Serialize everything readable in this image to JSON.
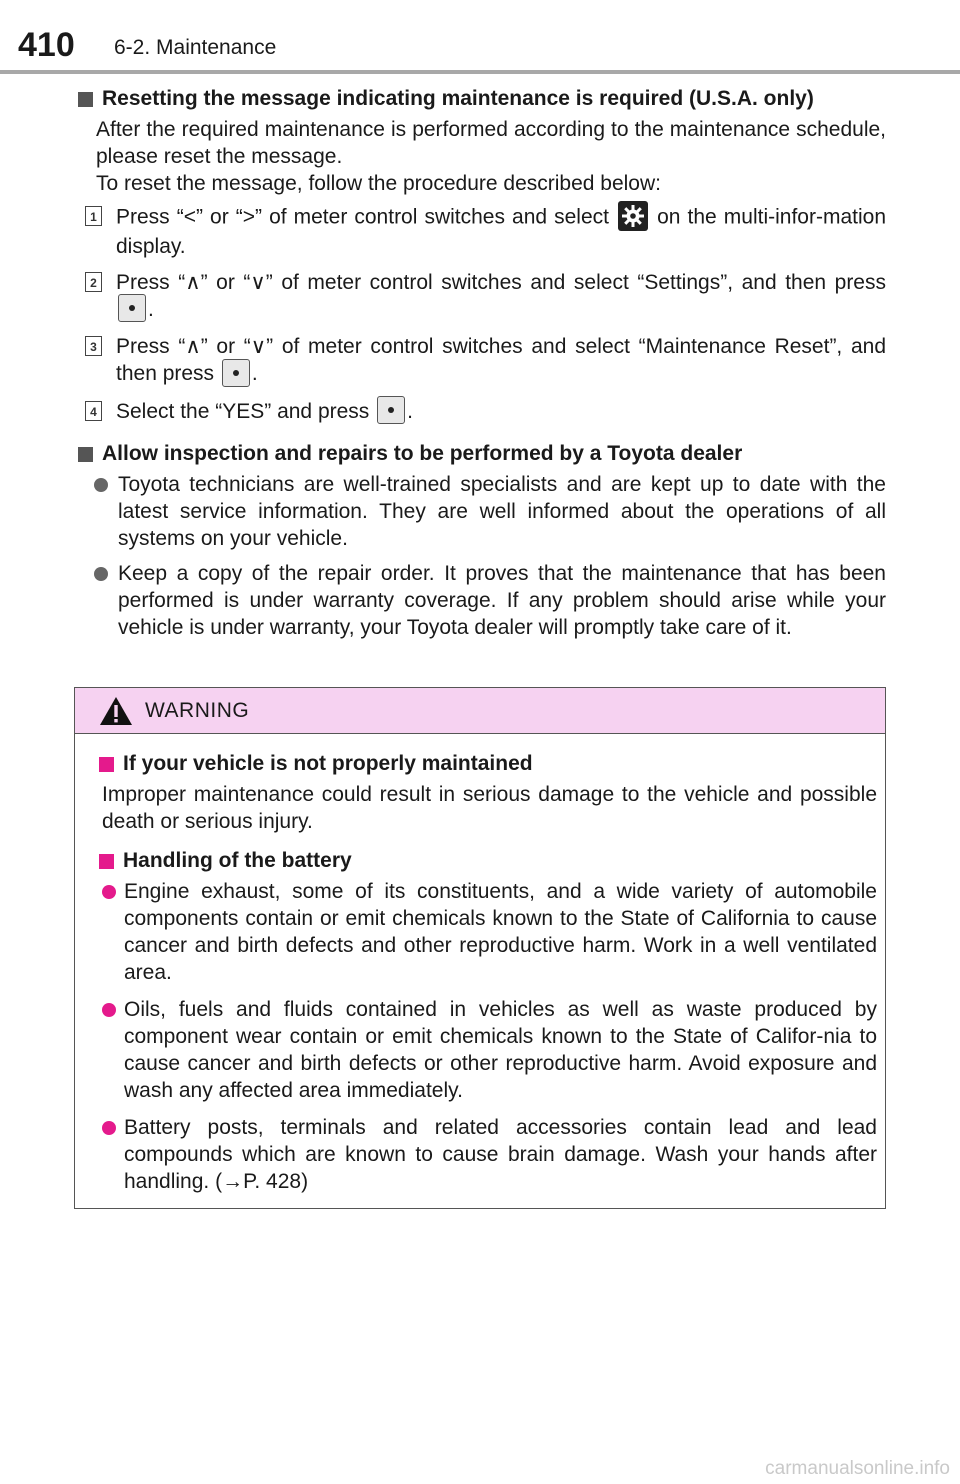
{
  "header": {
    "page_number": "410",
    "section": "6-2. Maintenance"
  },
  "reset": {
    "heading": "Resetting the message indicating maintenance is required (U.S.A. only)",
    "intro1": "After the required maintenance is performed according to the maintenance schedule, please reset the message.",
    "intro2": "To reset the message, follow the procedure described below:",
    "steps": [
      {
        "num": "1",
        "text_a": "Press “<” or “>” of meter control switches and select",
        "text_b": "on the multi-infor-mation display."
      },
      {
        "num": "2",
        "text_a": "Press “∧” or “∨” of meter control switches and select “Settings”, and then press",
        "text_b": "."
      },
      {
        "num": "3",
        "text_a": "Press “∧” or “∨” of meter control switches and select “Maintenance Reset”, and then press",
        "text_b": "."
      },
      {
        "num": "4",
        "text_a": "Select the “YES” and press",
        "text_b": "."
      }
    ]
  },
  "dealer": {
    "heading": "Allow inspection and repairs to be performed by a Toyota dealer",
    "bullets": [
      "Toyota technicians are well-trained specialists and are kept up to date with the latest service information. They are well informed about the operations of all systems on your vehicle.",
      "Keep a copy of the repair order. It proves that the maintenance that has been performed is under warranty coverage. If any problem should arise while your vehicle is under warranty, your Toyota dealer will promptly take care of it."
    ]
  },
  "warning": {
    "label": "WARNING",
    "h1": "If your vehicle is not properly maintained",
    "p1": "Improper maintenance could result in serious damage to the vehicle and possible death or serious injury.",
    "h2": "Handling of the battery",
    "bullets": [
      "Engine exhaust, some of its constituents, and a wide variety of automobile components contain or emit chemicals known to the State of California to cause cancer and birth defects and other reproductive harm. Work in a well ventilated area.",
      "Oils, fuels and fluids contained in vehicles as well as waste produced by component wear contain or emit chemicals known to the State of Califor-nia to cause cancer and birth defects or other reproductive harm. Avoid exposure and wash any affected area immediately.",
      "Battery posts, terminals and related accessories contain lead and lead compounds which are known to cause brain damage. Wash your hands after handling. (→P. 428)"
    ]
  },
  "watermark": "carmanualsonline.info",
  "icons": {
    "settings": "gear-icon",
    "enter": "enter-button-icon",
    "warning": "warning-triangle-icon"
  },
  "colors": {
    "warning_header": "#f6d2f1",
    "warning_bullet": "#e41a8c",
    "header_rule": "#a8a8a8"
  }
}
